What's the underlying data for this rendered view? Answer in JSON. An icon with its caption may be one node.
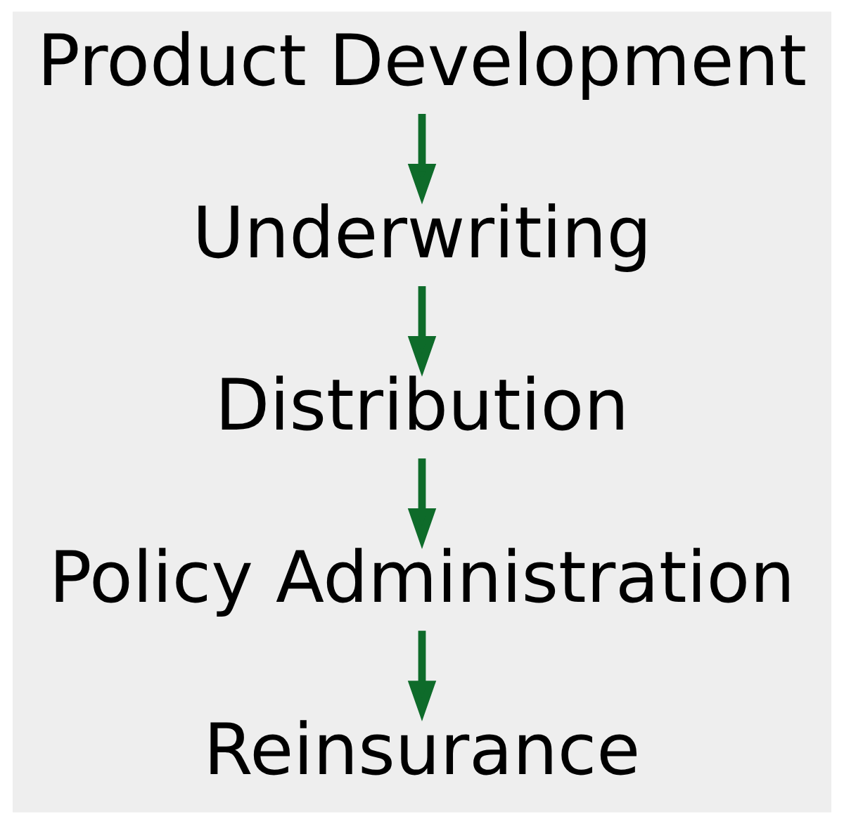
{
  "diagram": {
    "nodes": [
      {
        "text": [
          "Product Development"
        ]
      },
      {
        "text": [
          "Underwriting"
        ]
      },
      {
        "text": [
          "Distribution"
        ]
      },
      {
        "text": [
          "Policy Administration"
        ]
      },
      {
        "text": [
          "Reinsurance"
        ]
      }
    ],
    "edges": [
      {
        "from": 0,
        "to": 1,
        "arrow": "to"
      },
      {
        "from": 1,
        "to": 2,
        "arrow": "to"
      },
      {
        "from": 2,
        "to": 3,
        "arrow": "to"
      },
      {
        "from": 3,
        "to": 4,
        "arrow": "to"
      }
    ]
  }
}
